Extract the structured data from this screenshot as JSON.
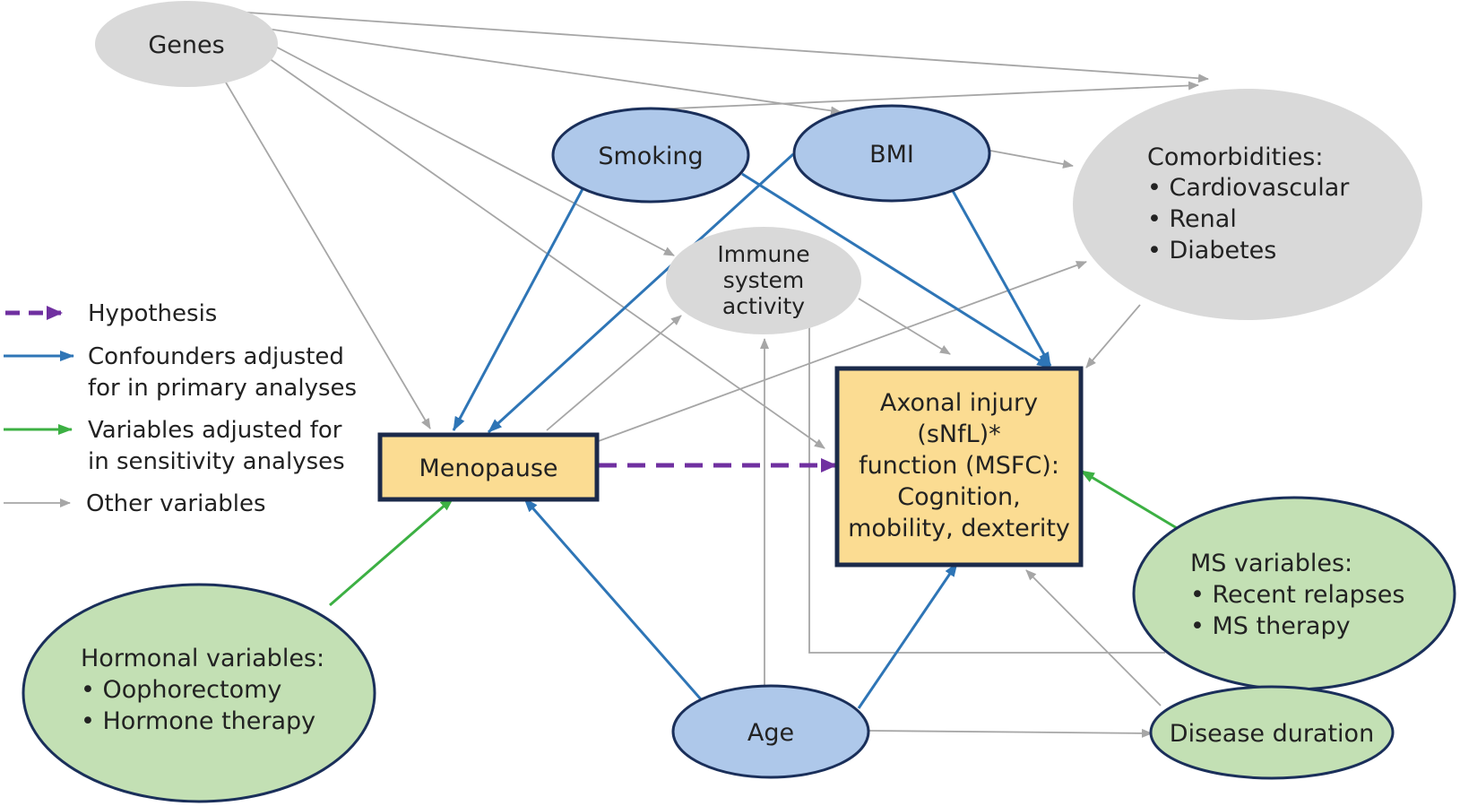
{
  "colors": {
    "blue_fill": "#aec8ea",
    "blue_stroke": "#1a2f5a",
    "gray_fill": "#d9d9d9",
    "green_fill": "#c3e0b4",
    "yellow_fill": "#fbdc92",
    "box_stroke": "#1b2a4a",
    "hypothesis": "#7030a0",
    "confounder": "#2e75b6",
    "sensitivity": "#3cb043",
    "other": "#a6a6a6"
  },
  "legend": {
    "hypothesis": "Hypothesis",
    "confounders_line1": "Confounders adjusted",
    "confounders_line2": "for in primary analyses",
    "sensitivity_line1": "Variables adjusted for",
    "sensitivity_line2": "in sensitivity analyses",
    "other": "Other variables"
  },
  "nodes": {
    "genes": "Genes",
    "smoking": "Smoking",
    "bmi": "BMI",
    "comorbidities": {
      "title": "Comorbidities:",
      "items": [
        "• Cardiovascular",
        "• Renal",
        "• Diabetes"
      ]
    },
    "immune": {
      "line1": "Immune",
      "line2": "system",
      "line3": "activity"
    },
    "menopause": "Menopause",
    "outcome": {
      "line1": "Axonal injury",
      "line2": "(sNfL)*",
      "line3": "function (MSFC):",
      "line4": "Cognition,",
      "line5": "mobility, dexterity"
    },
    "hormonal": {
      "title": "Hormonal variables:",
      "items": [
        "• Oophorectomy",
        "• Hormone therapy"
      ]
    },
    "age": "Age",
    "ms_variables": {
      "title": "MS variables:",
      "items": [
        "• Recent relapses",
        "• MS therapy"
      ]
    },
    "disease_duration": "Disease duration"
  }
}
